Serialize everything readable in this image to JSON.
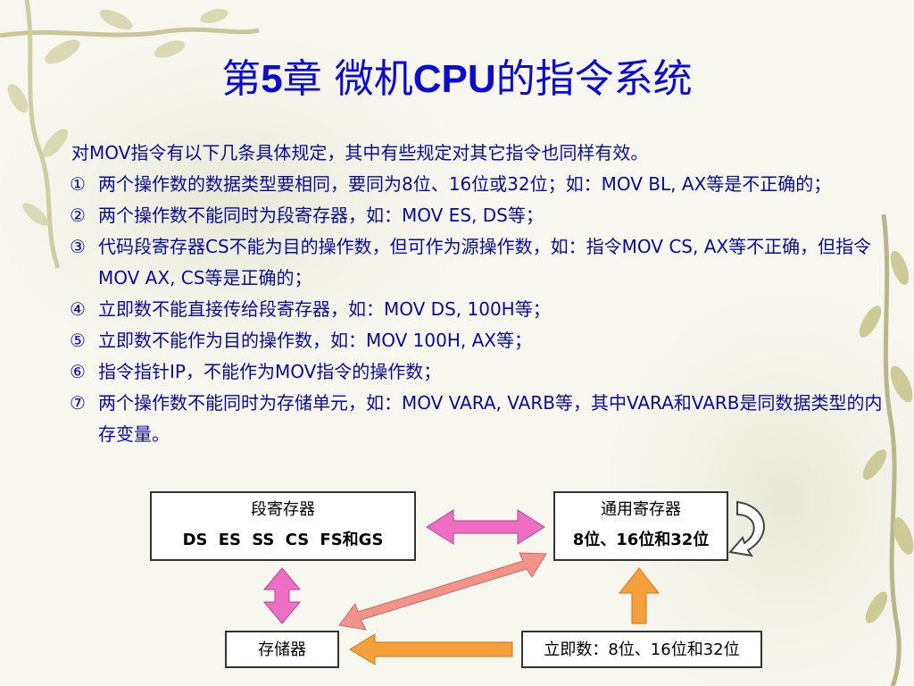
{
  "title": "第5章 微机CPU的指令系统",
  "intro": "对MOV指令有以下几条具体规定，其中有些规定对其它指令也同样有效。",
  "rules": [
    {
      "num": "①",
      "text": "两个操作数的数据类型要相同，要同为8位、16位或32位；如：MOV  BL, AX等是不正确的；"
    },
    {
      "num": "②",
      "text": "两个操作数不能同时为段寄存器，如：MOV  ES, DS等；"
    },
    {
      "num": "③",
      "text": "代码段寄存器CS不能为目的操作数，但可作为源操作数，如：指令MOV  CS, AX等不正确，但指令MOV  AX, CS等是正确的；"
    },
    {
      "num": "④",
      "text": "立即数不能直接传给段寄存器，如：MOV  DS, 100H等；"
    },
    {
      "num": "⑤",
      "text": "立即数不能作为目的操作数，如：MOV  100H, AX等；"
    },
    {
      "num": "⑥",
      "text": "指令指针IP，不能作为MOV指令的操作数；"
    },
    {
      "num": "⑦",
      "text": "两个操作数不能同时为存储单元，如：MOV  VARA, VARB等，其中VARA和VARB是同数据类型的内存变量。"
    }
  ],
  "diagram": {
    "seg_reg": {
      "title": "段寄存器",
      "regs": "DS  ES  SS  CS  FS和GS"
    },
    "gen_reg": {
      "title": "通用寄存器",
      "sizes": "8位、16位和32位"
    },
    "memory": {
      "title": "存储器"
    },
    "immediate": {
      "title": "立即数：8位、16位和32位"
    }
  },
  "colors": {
    "title": "#0b0bd6",
    "text": "#0a0aa0",
    "arrow_pink": "#ee6fc2",
    "arrow_salmon": "#f0948a",
    "arrow_orange": "#f6a03c"
  }
}
